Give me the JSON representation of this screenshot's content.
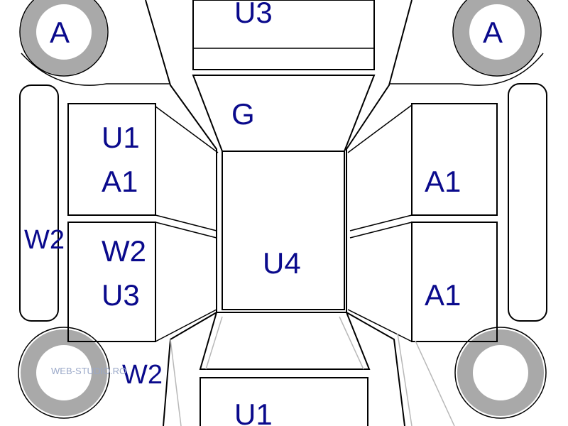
{
  "colors": {
    "background": "#ffffff",
    "outline": "#000000",
    "wheel_ring": "#a9a9a9",
    "label_text": "#0a0a8c",
    "watermark_text": "#9aa8c8"
  },
  "labels": {
    "wheel_front_left": "A",
    "wheel_front_right": "A",
    "hood": "U3",
    "windshield": "G",
    "front_left_door_top": "U1",
    "front_left_door_bottom": "A1",
    "rear_left_door_top": "W2",
    "rear_left_door_bottom": "U3",
    "left_sill": "W2",
    "front_right_door": "A1",
    "rear_right_door": "A1",
    "roof": "U4",
    "rear_left_wing": "W2",
    "trunk": "U1"
  },
  "watermark": "WEB-STUDIO.RO"
}
